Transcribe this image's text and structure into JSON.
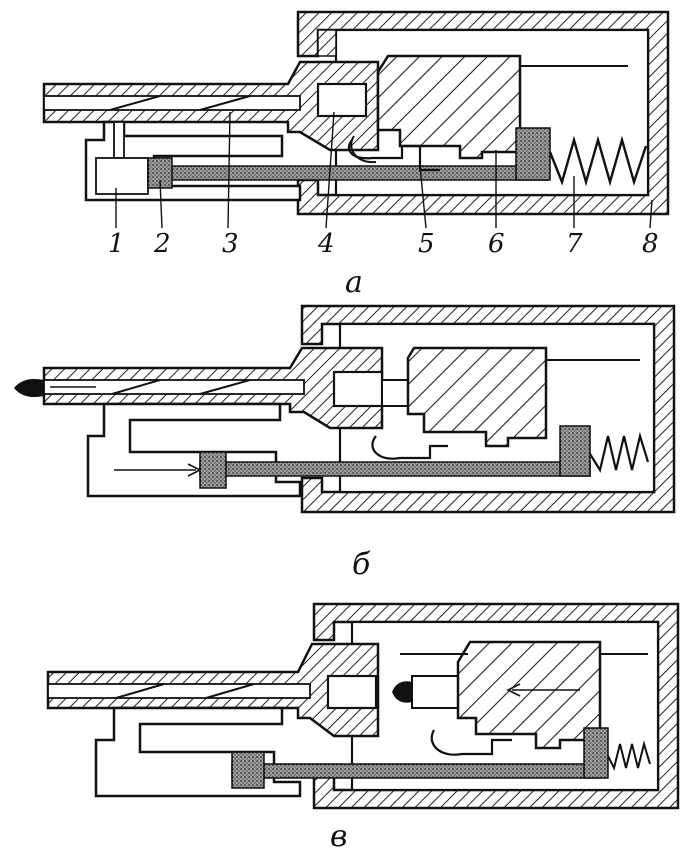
{
  "figure": {
    "part_numbers": [
      "1",
      "2",
      "3",
      "4",
      "5",
      "6",
      "7",
      "8"
    ],
    "panels": [
      {
        "caption": "a"
      },
      {
        "caption": "б"
      },
      {
        "caption": "в"
      }
    ],
    "colors": {
      "ink": "#1a1a1a",
      "paper": "#ffffff",
      "hatch": "#222222",
      "stipple": "#555555"
    }
  }
}
